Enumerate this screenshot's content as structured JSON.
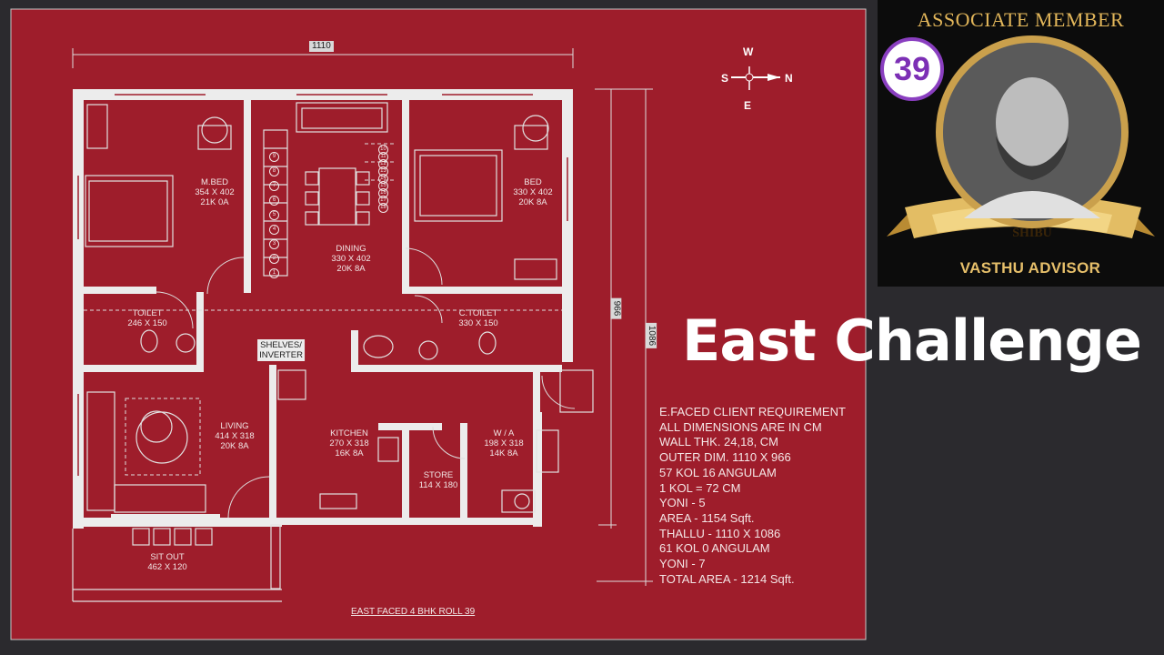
{
  "badge": {
    "title": "ASSOCIATE MEMBER",
    "number": "39",
    "name": "SHIBU",
    "subtitle": "VASTHU ADVISOR"
  },
  "headline": "East Challenge",
  "plan": {
    "top_dimension": "1110",
    "right_dimension_inner": "966",
    "right_dimension_outer": "1086",
    "caption": "EAST FACED 4 BHK ROLL 39",
    "compass": {
      "north": "N",
      "south": "S",
      "east": "E",
      "west": "W"
    },
    "rooms": [
      {
        "name": "M.BED",
        "size": "354 X 402",
        "code": "21K 0A"
      },
      {
        "name": "DINING",
        "size": "330 X 402",
        "code": "20K 8A"
      },
      {
        "name": "BED",
        "size": "330 X 402",
        "code": "20K 8A"
      },
      {
        "name": "TOILET",
        "size": "246 X 150"
      },
      {
        "name": "C.TOILET",
        "size": "330 X 150"
      },
      {
        "name": "SHELVES/",
        "size": "INVERTER"
      },
      {
        "name": "LIVING",
        "size": "414 X 318",
        "code": "20K 8A"
      },
      {
        "name": "KITCHEN",
        "size": "270 X 318",
        "code": "16K 8A"
      },
      {
        "name": "W / A",
        "size": "198 X 318",
        "code": "14K 8A"
      },
      {
        "name": "STORE",
        "size": "114 X 180"
      },
      {
        "name": "SIT OUT",
        "size": "462 X 120"
      }
    ],
    "stair_numbers": [
      "1",
      "2",
      "3",
      "4",
      "5",
      "6",
      "7",
      "8",
      "9",
      "10",
      "11",
      "12",
      "13",
      "14",
      "15",
      "16",
      "17",
      "18"
    ]
  },
  "notes": [
    "E.FACED CLIENT REQUIREMENT",
    "ALL DIMENSIONS ARE IN CM",
    "WALL THK. 24,18, CM",
    "OUTER DIM. 1110 X 966",
    "57 KOL 16 ANGULAM",
    "1 KOL = 72 CM",
    "YONI - 5",
    "AREA - 1154 Sqft.",
    "THALLU - 1110 X 1086",
    "61 KOL 0 ANGULAM",
    "YONI - 7",
    "TOTAL AREA - 1214 Sqft."
  ],
  "colors": {
    "plan_bg": "#9e1d2b",
    "wall": "#ececec",
    "gold": "#e2b65a",
    "badge_purple": "#7c2fb5"
  }
}
